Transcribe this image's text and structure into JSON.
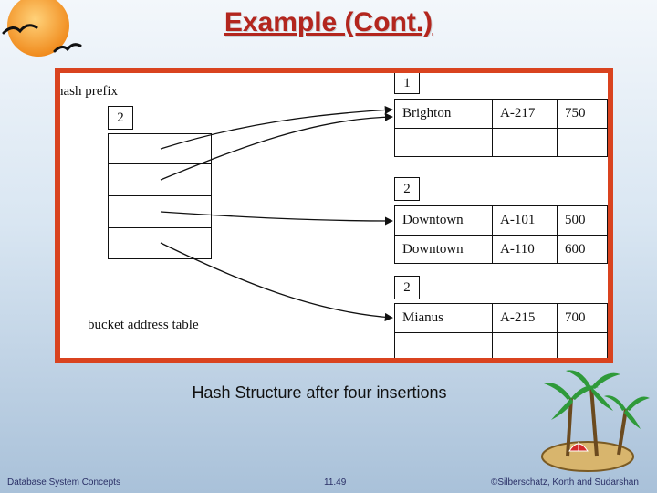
{
  "slide": {
    "title": "Example (Cont.)",
    "caption": "Hash Structure after four insertions"
  },
  "diagram": {
    "hash_prefix_label": "hash prefix",
    "global_depth": "2",
    "table_label": "bucket address table",
    "buckets": [
      {
        "local_depth": "1",
        "records": [
          [
            "Brighton",
            "A-217",
            "750"
          ],
          [
            "",
            "",
            ""
          ]
        ]
      },
      {
        "local_depth": "2",
        "records": [
          [
            "Downtown",
            "A-101",
            "500"
          ],
          [
            "Downtown",
            "A-110",
            "600"
          ]
        ]
      },
      {
        "local_depth": "2",
        "records": [
          [
            "Mianus",
            "A-215",
            "700"
          ],
          [
            "",
            "",
            ""
          ]
        ]
      }
    ]
  },
  "footer": {
    "left": "Database System Concepts",
    "center": "11.49",
    "right": "©Silberschatz, Korth and Sudarshan"
  },
  "colors": {
    "title": "#b3261e",
    "frame": "#d9431f",
    "sun": "#f39a2c"
  },
  "icons": [
    "sun-and-birds-logo",
    "palm-island-clipart"
  ]
}
